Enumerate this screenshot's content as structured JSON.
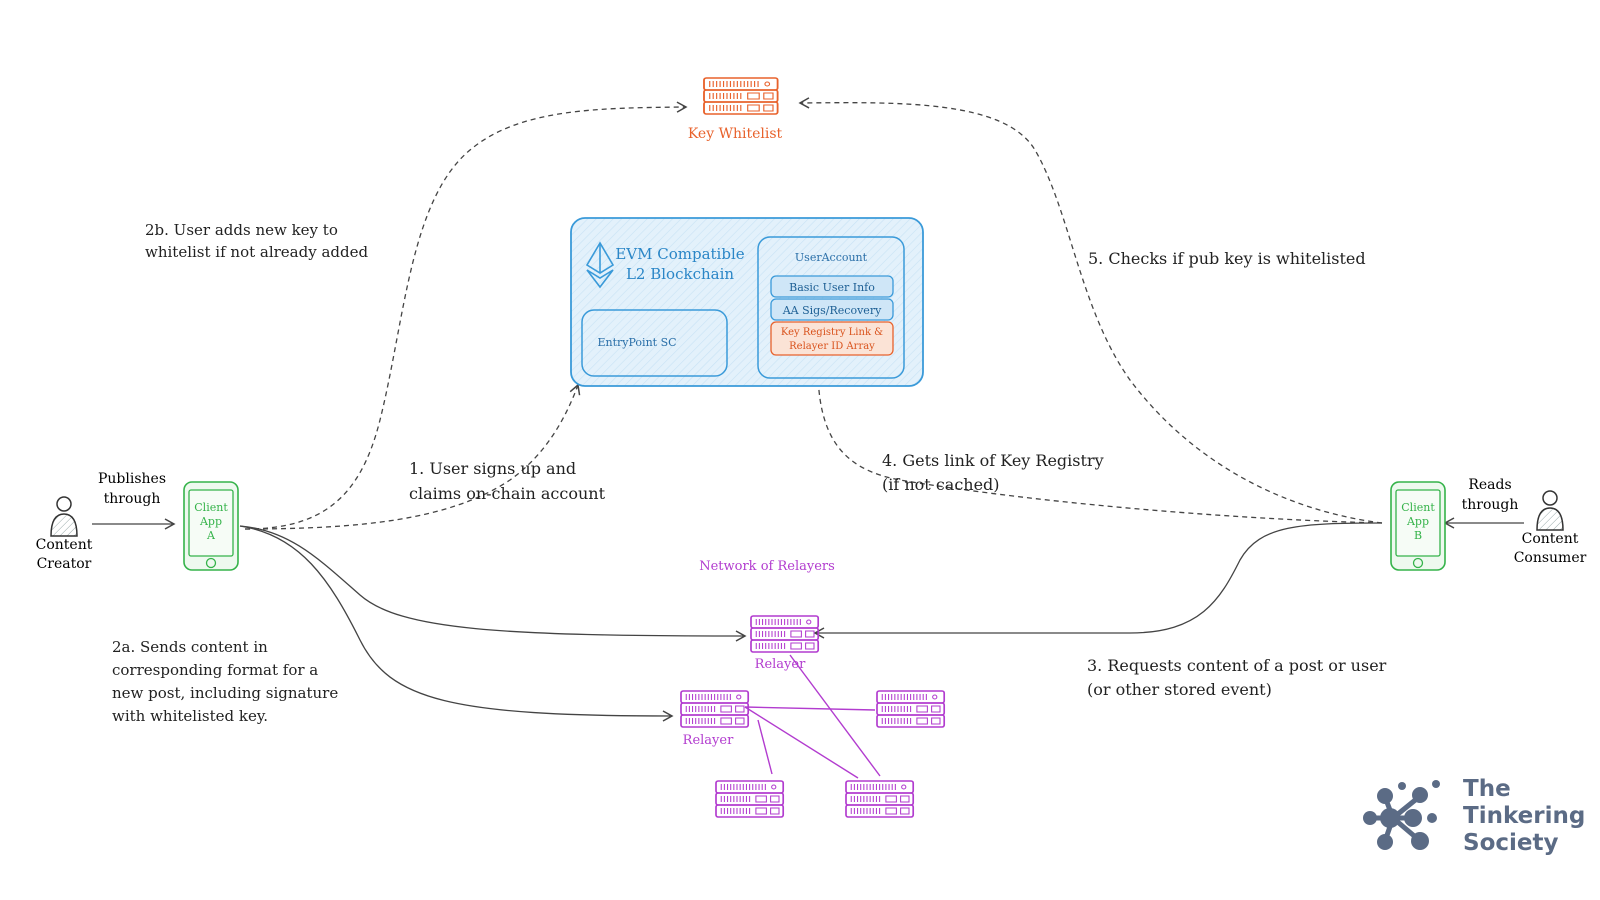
{
  "colors": {
    "whitelist": "#e8622c",
    "blockchain_fill": "#dcedf9",
    "blockchain_stroke": "#3a9ad9",
    "registry": "#e8622c",
    "phone": "#35b34a",
    "relayer": "#b23ccf",
    "brand": "#5b6b85",
    "line": "#444444"
  },
  "key_whitelist": {
    "label": "Key Whitelist",
    "icon": "server-icon"
  },
  "blockchain": {
    "title_line1": "EVM Compatible",
    "title_line2": "L2 Blockchain",
    "icon": "ethereum-icon",
    "entrypoint": "EntryPoint SC",
    "user_account": {
      "title": "UserAccount",
      "fields": [
        "Basic User Info",
        "AA Sigs/Recovery"
      ],
      "registry_line1": "Key Registry Link &",
      "registry_line2": "Relayer ID Array"
    }
  },
  "creator": {
    "label_line1": "Content",
    "label_line2": "Creator",
    "verb_line1": "Publishes",
    "verb_line2": "through",
    "app_line1": "Client",
    "app_line2": "App",
    "app_line3": "A"
  },
  "consumer": {
    "label_line1": "Content",
    "label_line2": "Consumer",
    "verb_line1": "Reads",
    "verb_line2": "through",
    "app_line1": "Client",
    "app_line2": "App",
    "app_line3": "B"
  },
  "steps": {
    "s1_line1": "1. User signs up and",
    "s1_line2": "claims on-chain account",
    "s2a_line1": "2a. Sends content in",
    "s2a_line2": "corresponding format for a",
    "s2a_line3": "new post, including signature",
    "s2a_line4": "with whitelisted key.",
    "s2b_line1": "2b. User adds new key to",
    "s2b_line2": "whitelist if not already added",
    "s3_line1": "3. Requests content of a post or user",
    "s3_line2": "(or other stored event)",
    "s4_line1": "4. Gets link of Key Registry",
    "s4_line2": "(if not cached)",
    "s5": "5. Checks if pub key is whitelisted"
  },
  "relayers": {
    "network_label": "Network of Relayers",
    "relayer1": "Relayer",
    "relayer2": "Relayer"
  },
  "brand": {
    "line1": "The",
    "line2": "Tinkering",
    "line3": "Society",
    "icon": "molecule-logo-icon"
  }
}
